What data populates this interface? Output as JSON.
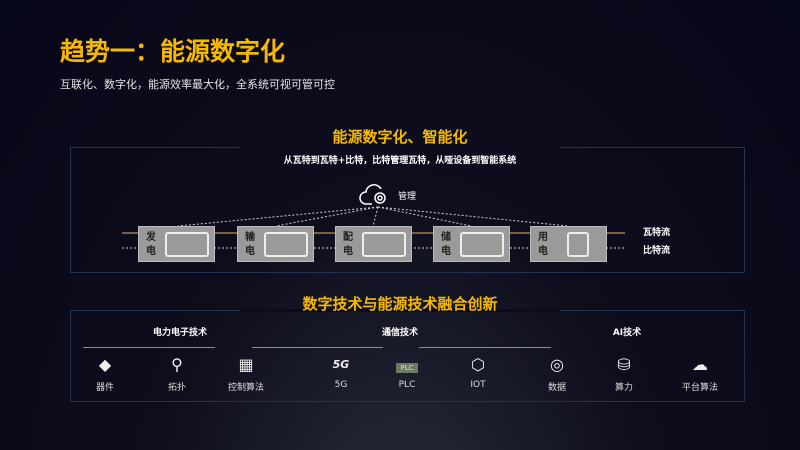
{
  "title": "趋势一：能源数字化",
  "subtitle": "互联化、数字化，能源效率最大化，全系统可视可管可控",
  "section1": {
    "title": "能源数字化、智能化",
    "tagline": "从瓦特到瓦特+比特，比特管理瓦特，从哑设备到智能系统",
    "manage": "管理",
    "watt_flow": "瓦特流",
    "bit_flow": "比特流",
    "nodes": [
      {
        "label": "发电",
        "icon": "solar-panel-icon"
      },
      {
        "label": "输电",
        "icon": "waveform-monitor-icon"
      },
      {
        "label": "配电",
        "icon": "distribution-panel-icon"
      },
      {
        "label": "储电",
        "icon": "battery-rack-icon"
      },
      {
        "label": "用电",
        "icon": "cabinet-icon"
      }
    ]
  },
  "section2": {
    "title": "数字技术与能源技术融合创新",
    "groups": [
      {
        "title": "电力电子技术",
        "items": [
          {
            "label": "器件",
            "icon": "chip-icon"
          },
          {
            "label": "拓扑",
            "icon": "topology-icon"
          },
          {
            "label": "控制算法",
            "icon": "grid-icon"
          }
        ]
      },
      {
        "title": "通信技术",
        "items": [
          {
            "label": "5G",
            "icon": "5g-icon",
            "glyph": "5G"
          },
          {
            "label": "PLC",
            "icon": "plc-icon",
            "glyph": "PLC"
          },
          {
            "label": "IOT",
            "icon": "iot-icon"
          }
        ]
      },
      {
        "title": "AI技术",
        "items": [
          {
            "label": "数据",
            "icon": "data-icon"
          },
          {
            "label": "算力",
            "icon": "database-icon"
          },
          {
            "label": "平台算法",
            "icon": "cloud-icon"
          }
        ]
      }
    ]
  }
}
